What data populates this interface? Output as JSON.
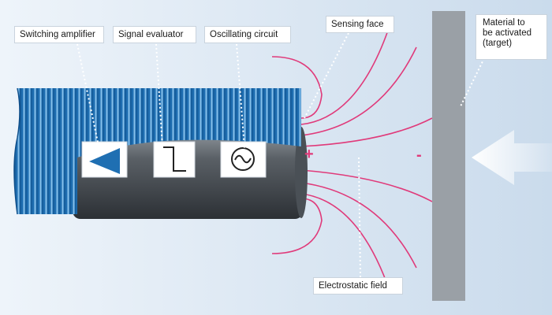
{
  "labels": {
    "switching_amplifier": "Switching amplifier",
    "signal_evaluator": "Signal evaluator",
    "oscillating_circuit": "Oscillating circuit",
    "sensing_face": "Sensing face",
    "target_lines": [
      "Material to",
      "be activated",
      "(target)"
    ],
    "electrostatic_field": "Electrostatic field"
  },
  "signs": {
    "sensor_charge": "+",
    "target_charge": "-"
  },
  "colors": {
    "background_left": "#eaf2f9",
    "background_right": "#cfdfee",
    "thread_blue": "#1f6fb2",
    "thread_stripe": "#8ec3ea",
    "body_dark": "#3e4348",
    "target_grey": "#9aa0a6",
    "field_line": "#e03a7a",
    "leader_dots": "#ffffff"
  },
  "icons": [
    "triangle-amplifier-icon",
    "step-signal-icon",
    "sine-wave-icon",
    "arrow-left-icon"
  ]
}
